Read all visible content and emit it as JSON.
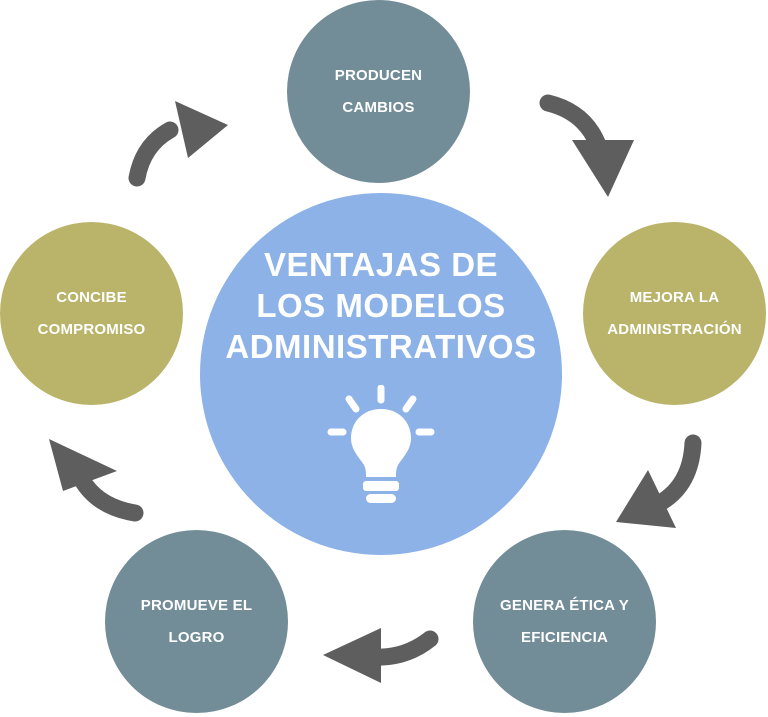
{
  "center": {
    "title_lines": [
      "VENTAJAS DE",
      "LOS MODELOS",
      "ADMINISTRATIVOS"
    ],
    "icon": "lightbulb-icon",
    "color": "#8cb2e8"
  },
  "nodes": [
    {
      "id": "producen-cambios",
      "lines": [
        "PRODUCEN",
        "CAMBIOS"
      ],
      "color": "#728d98"
    },
    {
      "id": "mejora-administracion",
      "lines": [
        "MEJORA LA",
        "ADMINISTRACIÓN"
      ],
      "color": "#b9b46a"
    },
    {
      "id": "genera-etica",
      "lines": [
        "GENERA ÉTICA Y",
        "EFICIENCIA"
      ],
      "color": "#728d98"
    },
    {
      "id": "promueve-logro",
      "lines": [
        "PROMUEVE EL",
        "LOGRO"
      ],
      "color": "#728d98"
    },
    {
      "id": "concibe-compromiso",
      "lines": [
        "CONCIBE",
        "COMPROMISO"
      ],
      "color": "#b9b46a"
    }
  ],
  "arrows": {
    "icon": "curved-arrow-icon",
    "color": "#5e5e5e"
  }
}
